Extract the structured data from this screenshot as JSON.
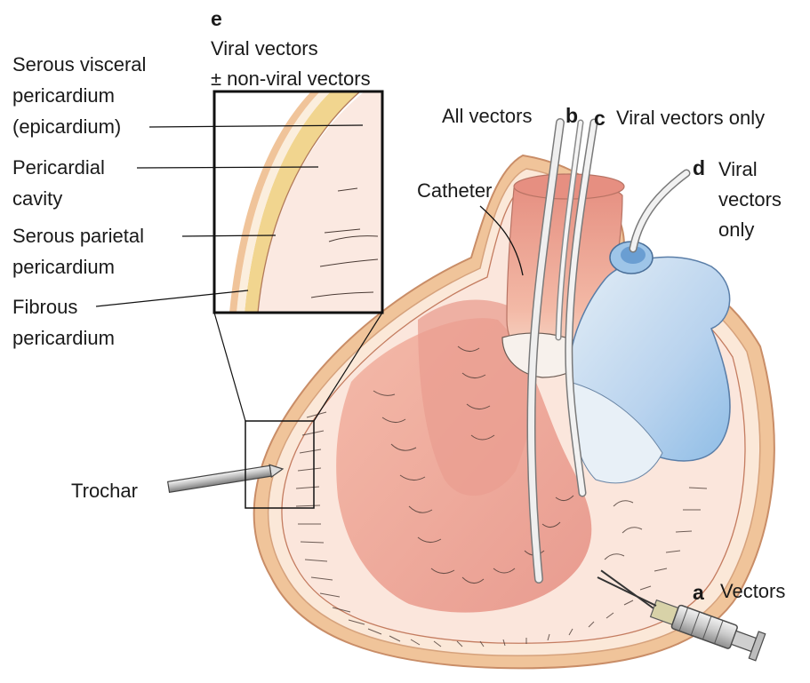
{
  "panel_e": {
    "letter": "e",
    "line1": "Viral vectors",
    "line2": "± non-viral vectors"
  },
  "layers": {
    "visceral_1": "Serous visceral",
    "visceral_2": "pericardium",
    "visceral_3": "(epicardium)",
    "cavity_1": "Pericardial",
    "cavity_2": "cavity",
    "parietal_1": "Serous parietal",
    "parietal_2": "pericardium",
    "fibrous_1": "Fibrous",
    "fibrous_2": "pericardium"
  },
  "routes": {
    "b_text": "All vectors",
    "b_letter": "b",
    "c_letter": "c",
    "c_text": "Viral vectors only",
    "d_letter": "d",
    "d_line1": "Viral",
    "d_line2": "vectors",
    "d_line3": "only",
    "a_letter": "a",
    "a_text": "Vectors"
  },
  "devices": {
    "catheter": "Catheter",
    "trochar": "Trochar"
  },
  "colors": {
    "fibrous": "#f0c49a",
    "myocardium_light": "#fbe3d4",
    "muscle": "#e8958a",
    "atrium_blue": "#9ec5e8",
    "line": "#1a1a1a"
  }
}
